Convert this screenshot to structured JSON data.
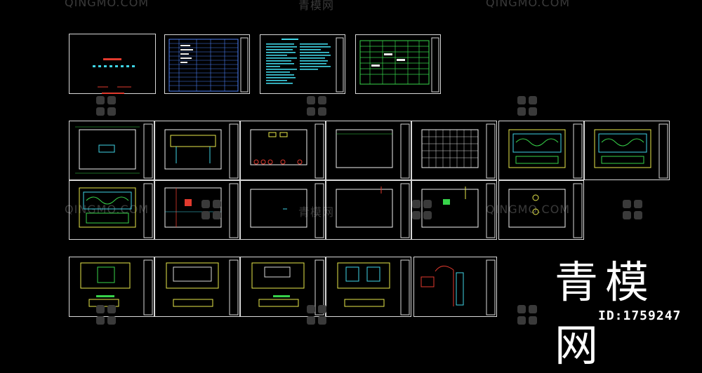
{
  "watermark": {
    "site_text": "QINGMO.COM",
    "brand_name": "青模网",
    "id_label": "ID:1759247"
  },
  "colors": {
    "background": "#000000",
    "sheet_border": "#d8d8d8",
    "line_yellow": "#e8e84a",
    "line_green": "#37d34a",
    "line_cyan": "#3fd5e6",
    "line_red": "#e23a2e",
    "line_white": "#f0f0f0",
    "line_blue": "#4a7df0"
  },
  "drawing_set": {
    "row_1_sheets": [
      "cover",
      "drawing-list",
      "design-notes",
      "material-table"
    ],
    "row_2_sheets": [
      "plan-layout",
      "plan-furniture",
      "plan-elevation-index",
      "plan-ceiling",
      "plan-floor-grid",
      "plan-wall-decor",
      "plan-wall-decor-2"
    ],
    "row_3_sheets": [
      "plan-decor-3",
      "plan-electrical",
      "plan-blank-1",
      "plan-blank-2",
      "plan-socket",
      "plan-lighting"
    ],
    "row_4_sheets": [
      "elevation-a",
      "elevation-b",
      "elevation-c",
      "elevation-d",
      "detail-section"
    ]
  }
}
